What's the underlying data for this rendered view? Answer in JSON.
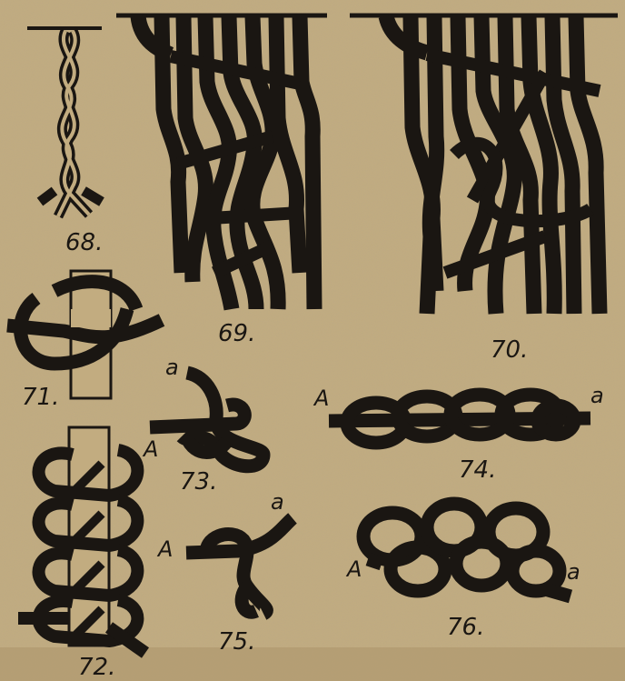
{
  "figure_labels": {
    "fig68": "68.",
    "fig69": "69.",
    "fig70": "70.",
    "fig71": "71.",
    "fig72": "72.",
    "fig73": "73.",
    "fig74": "74.",
    "fig75": "75.",
    "fig76": "76."
  },
  "end_labels": {
    "upper": "A",
    "lower": "a"
  },
  "colors": {
    "paper": "#c2ac80",
    "ink": "#1a1612",
    "paper_dark": "#a99268"
  }
}
